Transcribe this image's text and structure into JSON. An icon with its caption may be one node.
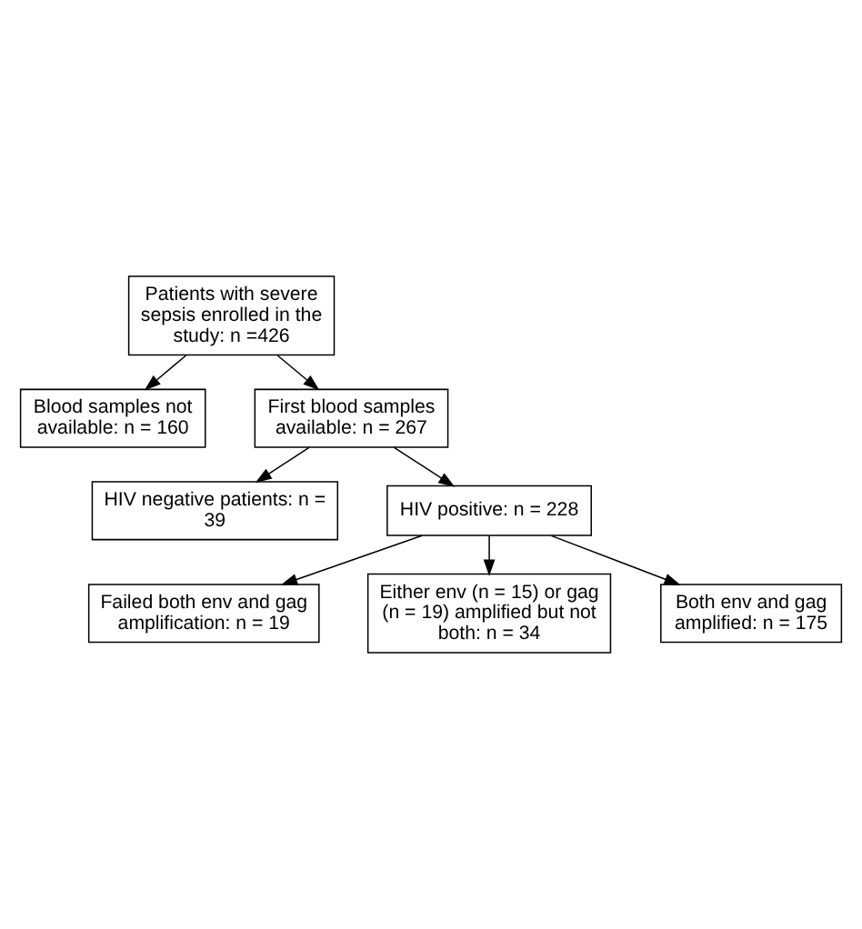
{
  "diagram": {
    "nodes": [
      {
        "text": [
          "Patients with severe sepsis enrolled in the study: n =426"
        ]
      },
      {
        "text": [
          "Blood samples not available: n = 160"
        ]
      },
      {
        "text": [
          "First blood samples available: n = 267"
        ]
      },
      {
        "text": [
          "HIV negative patients: n = 39"
        ]
      },
      {
        "text": [
          "HIV positive: n = 228"
        ]
      },
      {
        "text": [
          "Failed both env and gag amplification: n = 19"
        ]
      },
      {
        "text": [
          "Either env (n = 15) or gag (n = 19) amplified but not both: n = 34"
        ]
      },
      {
        "text": [
          "Both env and gag amplified: n = 175"
        ]
      }
    ],
    "edges": [
      {
        "from": 0,
        "to": 1,
        "arrow": "to"
      },
      {
        "from": 0,
        "to": 2,
        "arrow": "to"
      },
      {
        "from": 2,
        "to": 3,
        "arrow": "to"
      },
      {
        "from": 2,
        "to": 4,
        "arrow": "to"
      },
      {
        "from": 4,
        "to": 5,
        "arrow": "to"
      },
      {
        "from": 4,
        "to": 6,
        "arrow": "to"
      },
      {
        "from": 4,
        "to": 7,
        "arrow": "to"
      }
    ]
  }
}
